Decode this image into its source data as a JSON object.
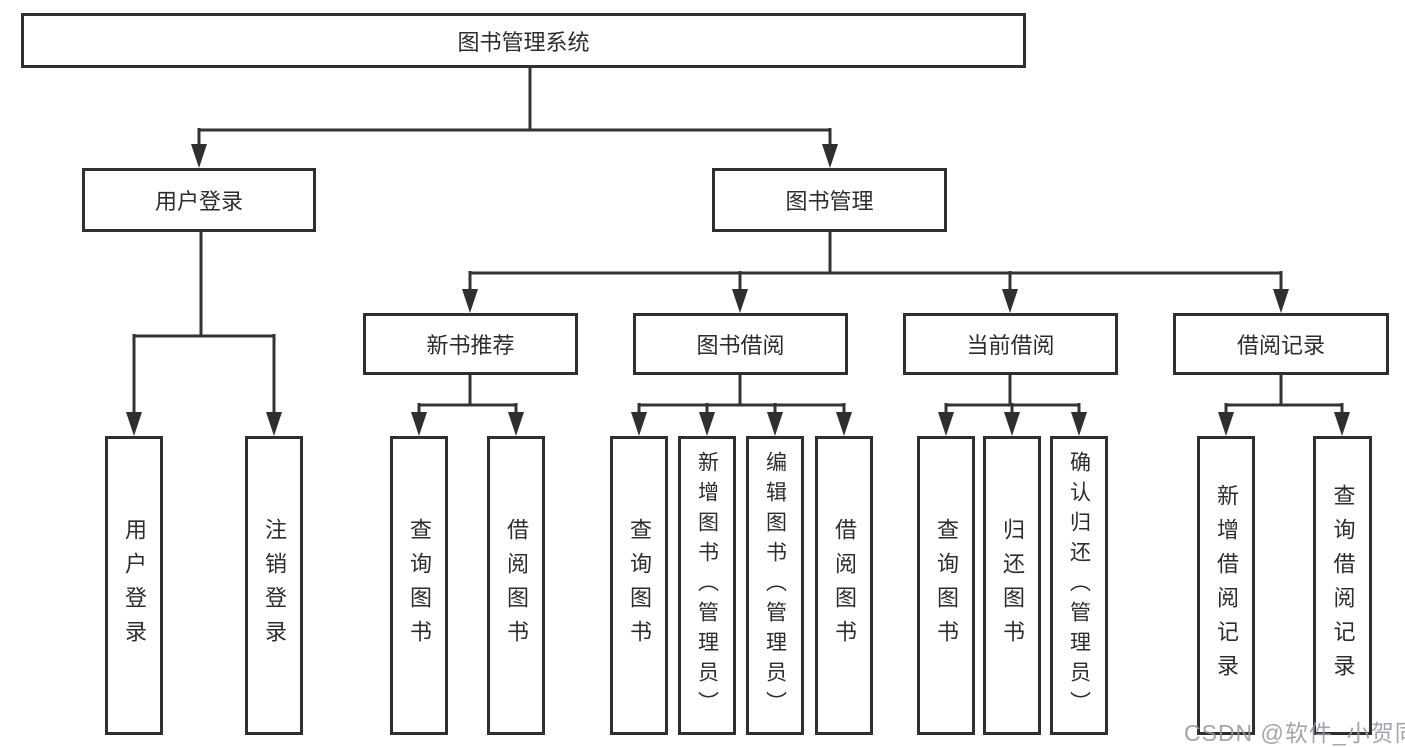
{
  "diagram_title": "图书管理系统",
  "tree": {
    "label": "图书管理系统",
    "children": [
      {
        "label": "用户登录",
        "children": [
          {
            "label": "用户登录"
          },
          {
            "label": "注销登录"
          }
        ]
      },
      {
        "label": "图书管理",
        "children": [
          {
            "label": "新书推荐",
            "children": [
              {
                "label": "查询图书"
              },
              {
                "label": "借阅图书"
              }
            ]
          },
          {
            "label": "图书借阅",
            "children": [
              {
                "label": "查询图书"
              },
              {
                "label": "新增图书（管理员）"
              },
              {
                "label": "编辑图书（管理员）"
              },
              {
                "label": "借阅图书"
              }
            ]
          },
          {
            "label": "当前借阅",
            "children": [
              {
                "label": "查询图书"
              },
              {
                "label": "归还图书"
              },
              {
                "label": "确认归还（管理员）"
              }
            ]
          },
          {
            "label": "借阅记录",
            "children": [
              {
                "label": "新增借阅记录"
              },
              {
                "label": "查询借阅记录"
              }
            ]
          }
        ]
      }
    ]
  },
  "watermark": "CSDN @软件_小贺同学",
  "colors": {
    "line": "#333333",
    "border": "#2f2f2f",
    "text": "#2d2d2d",
    "watermark": "#9499a2",
    "background": "#ffffff"
  }
}
